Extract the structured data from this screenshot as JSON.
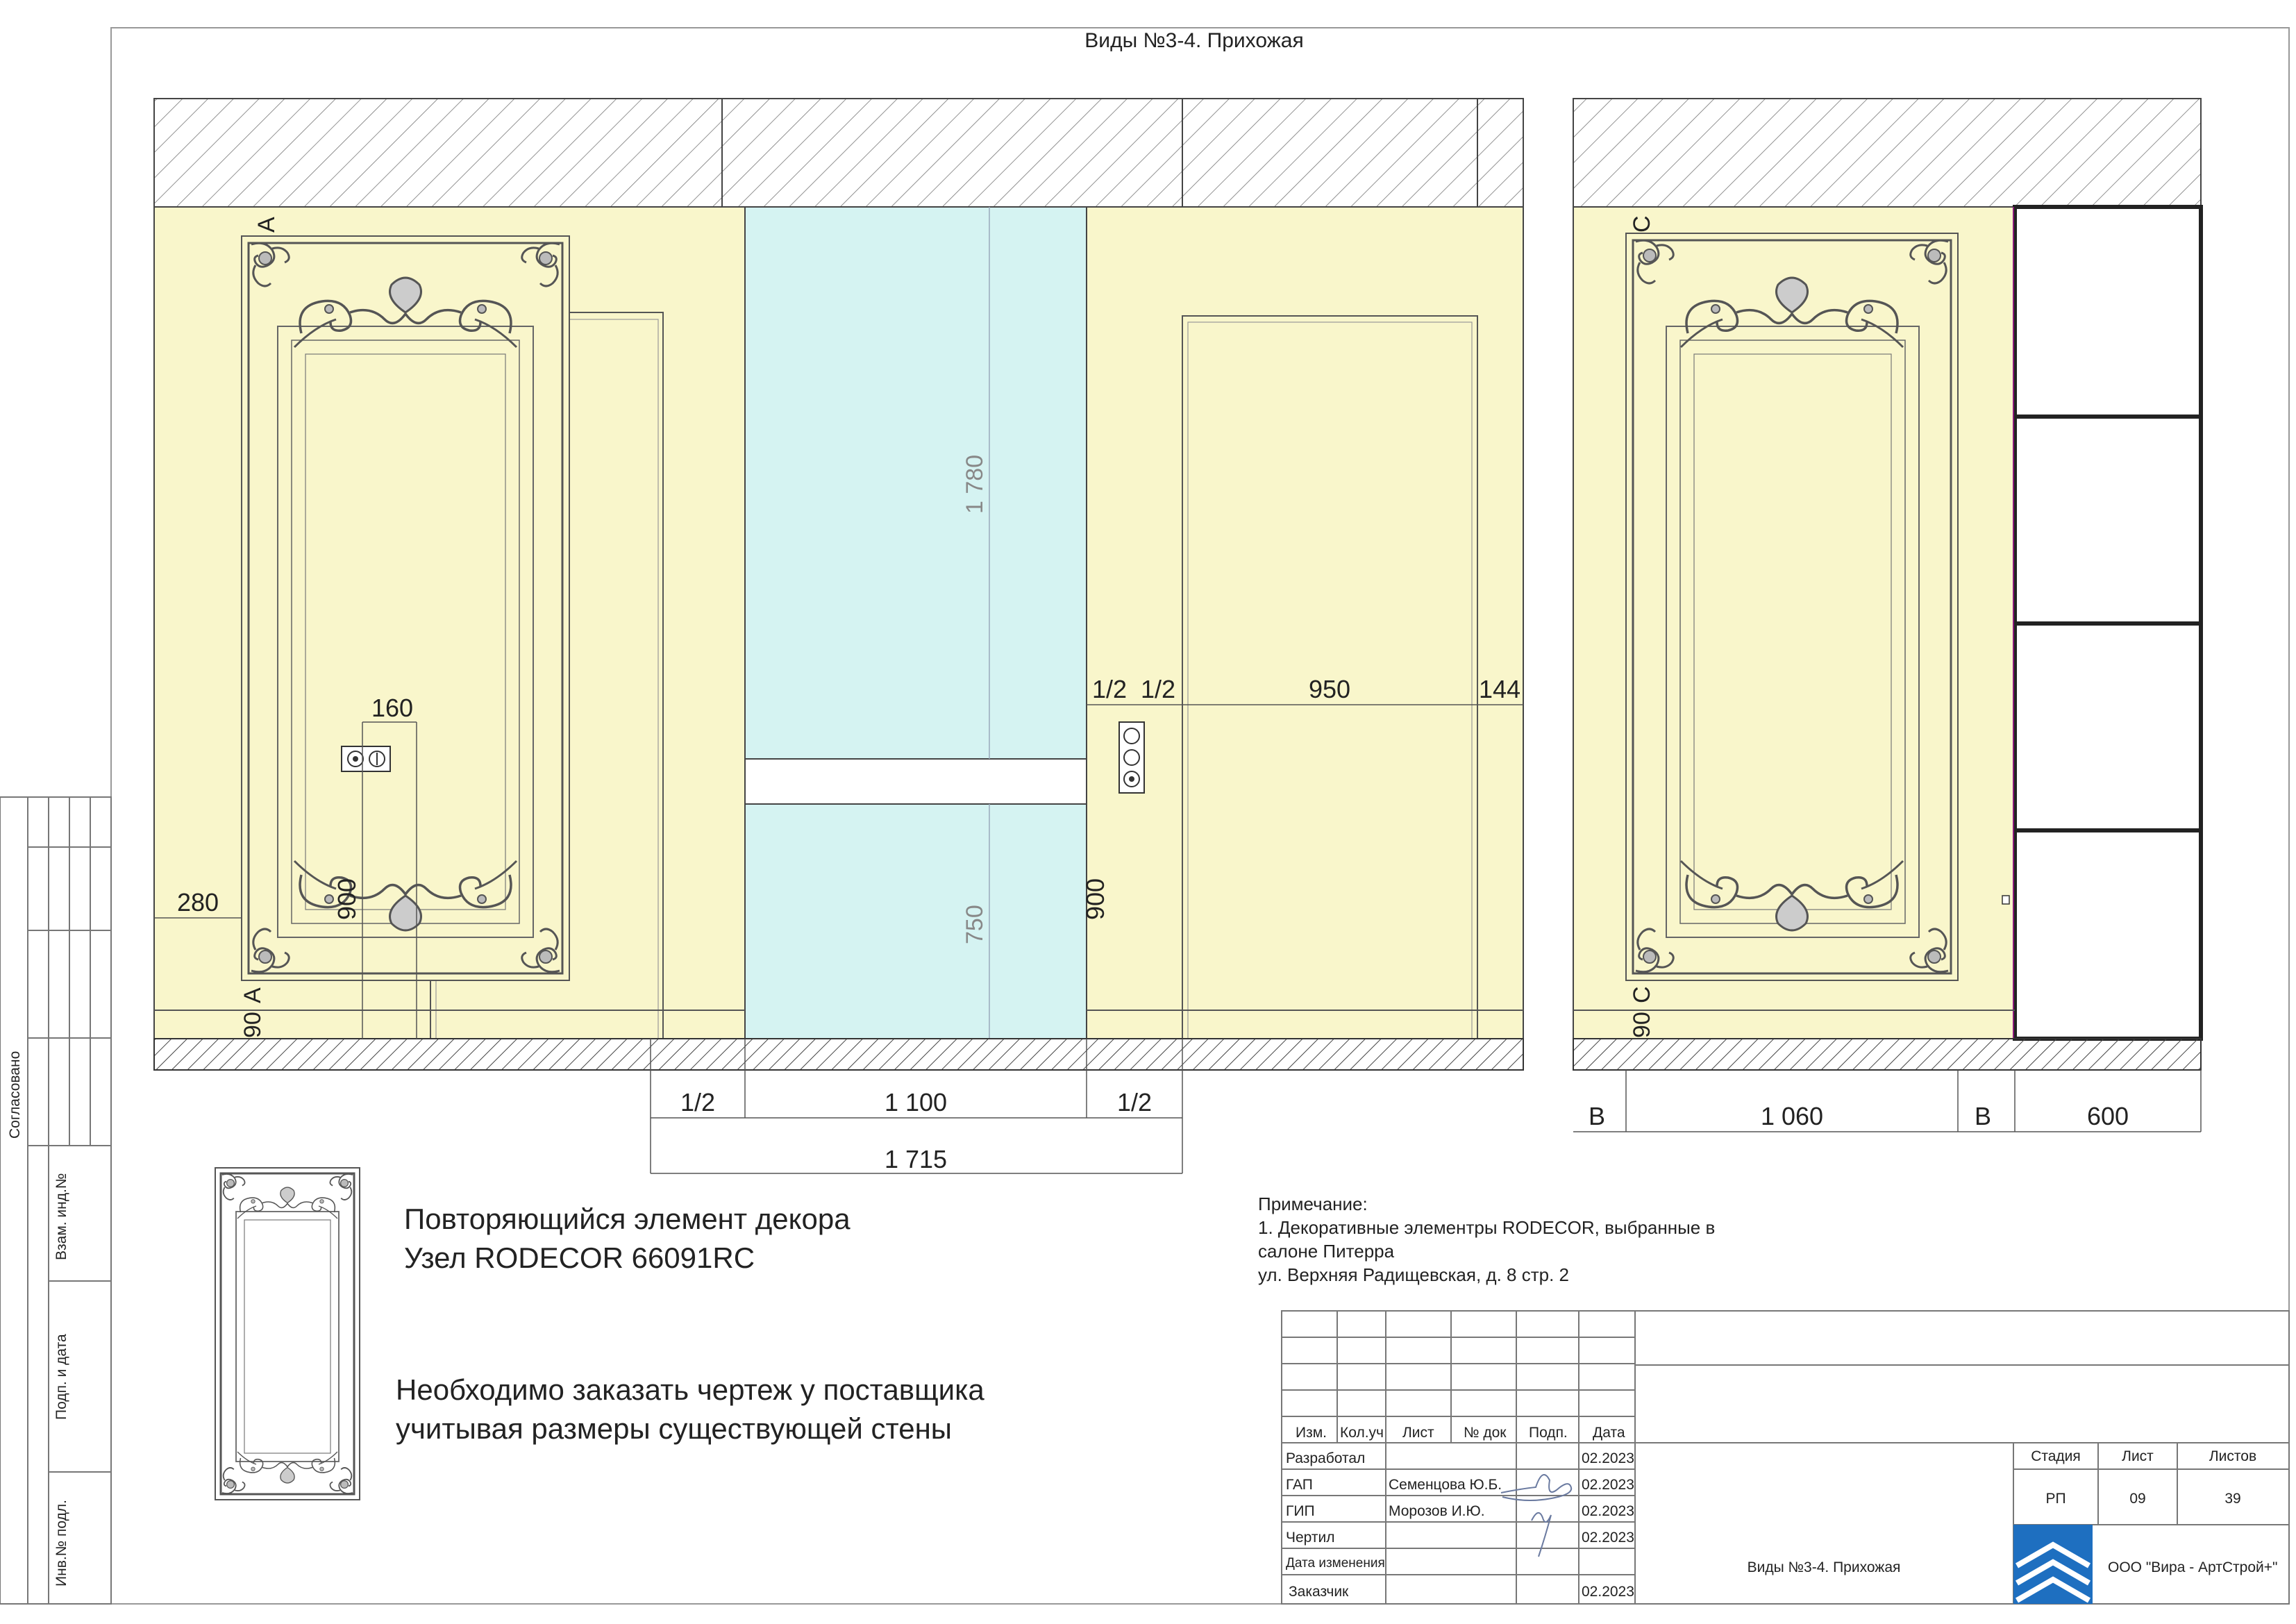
{
  "sheet": {
    "title": "Виды №3-4. Прихожая"
  },
  "side_stamp": {
    "agreed": "Согласовано",
    "replace_inv": "Взам. инд.№",
    "sign_date": "Подп. и дата",
    "inv_no": "Инв.№ подл."
  },
  "elevation_left": {
    "section_mark_top": "А",
    "section_mark_bottom": "А",
    "dim_height_panel": "1 780",
    "dim_height_lower": "750",
    "dim_socket_left_w": "160",
    "dim_socket_left_h": "900",
    "dim_socket_right_h": "900",
    "dim_base": "90",
    "dim_left_offset": "280",
    "dim_half_a": "1/2",
    "dim_half_b": "1/2",
    "dim_door_right": "950",
    "dim_edge": "144",
    "dim_bottom_half_left": "1/2",
    "dim_bottom_center": "1 100",
    "dim_bottom_half_right": "1/2",
    "dim_total": "1 715"
  },
  "elevation_right": {
    "section_mark_top": "С",
    "section_mark_bottom": "С",
    "dim_base": "90",
    "dim_b_left": "В",
    "dim_width": "1 060",
    "dim_b_right": "В",
    "dim_cabinet": "600"
  },
  "decor_note": {
    "line1": "Повторяющийся элемент декора",
    "line2": "Узел RODECOR 66091RC",
    "order1": "Необходимо заказать чертеж у поставщика",
    "order2": "учитывая размеры существующей стены"
  },
  "remark": {
    "heading": "Примечание:",
    "line1": "1. Декоративные элементры RODECOR, выбранные в",
    "line2": "салоне Питерра",
    "line3": "ул. Верхняя Радищевская, д. 8 стр. 2"
  },
  "title_block": {
    "col_izm": "Изм.",
    "col_kol": "Кол.уч",
    "col_list": "Лист",
    "col_doc": "№ док",
    "col_podp": "Подп.",
    "col_date": "Дата",
    "row_developed": "Разработал",
    "row_developed_date": "02.2023",
    "row_gap": "ГАП",
    "row_gap_name": "Семенцова Ю.Б.",
    "row_gap_date": "02.2023",
    "row_gip": "ГИП",
    "row_gip_name": "Морозов И.Ю.",
    "row_gip_date": "02.2023",
    "row_drawn": "Чертил",
    "row_drawn_date": "02.2023",
    "row_changed": "Дата изменения",
    "row_customer": "Заказчик",
    "row_customer_date": "02.2023",
    "stage_label": "Стадия",
    "sheet_label": "Лист",
    "sheets_label": "Листов",
    "stage_value": "РП",
    "sheet_value": "09",
    "sheets_value": "39",
    "drawing_name": "Виды №3-4. Прихожая",
    "company": "ООО \"Вира - АртСтрой+\""
  },
  "colors": {
    "wall": "#f9f6cb",
    "glass": "#d5f3f2",
    "line": "#2a2a2a",
    "cabinet_accent": "#8a1a7a",
    "logo_blue": "#1e6fc0"
  }
}
